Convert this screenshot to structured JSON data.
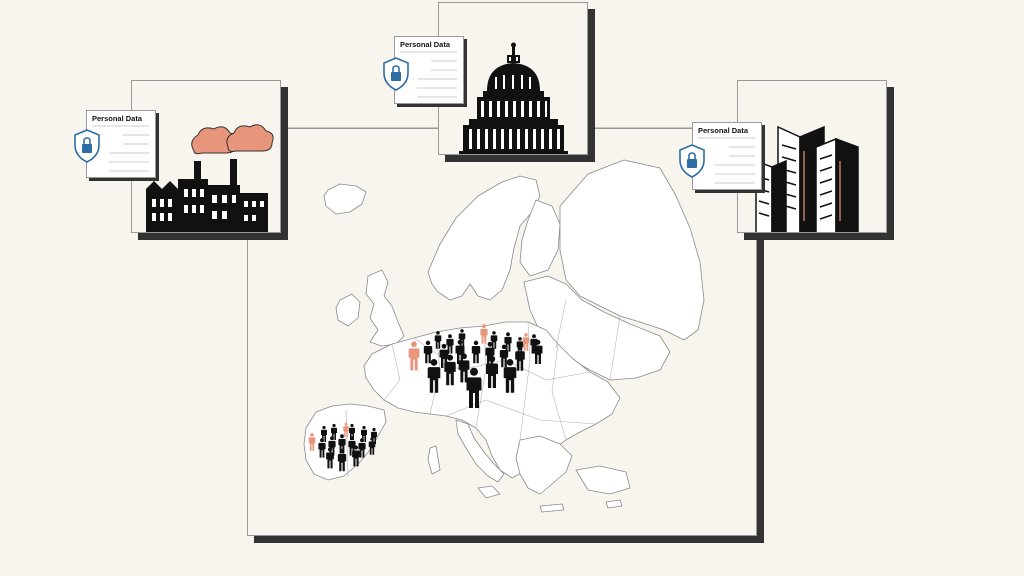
{
  "documents": [
    {
      "id": "factory",
      "title": "Personal Data"
    },
    {
      "id": "capitol",
      "title": "Personal Data"
    },
    {
      "id": "offices",
      "title": "Personal Data"
    }
  ],
  "colors": {
    "background": "#f8f5ef",
    "frame_border": "#9a9a9a",
    "frame_shadow": "#333333",
    "accent": "#e8967b",
    "shield": "#2e6da4",
    "ink": "#111111",
    "land": "#ffffff"
  },
  "icons": [
    "factory-icon",
    "capitol-icon",
    "office-buildings-icon",
    "shield-lock-icon",
    "person-icon",
    "europe-map"
  ]
}
